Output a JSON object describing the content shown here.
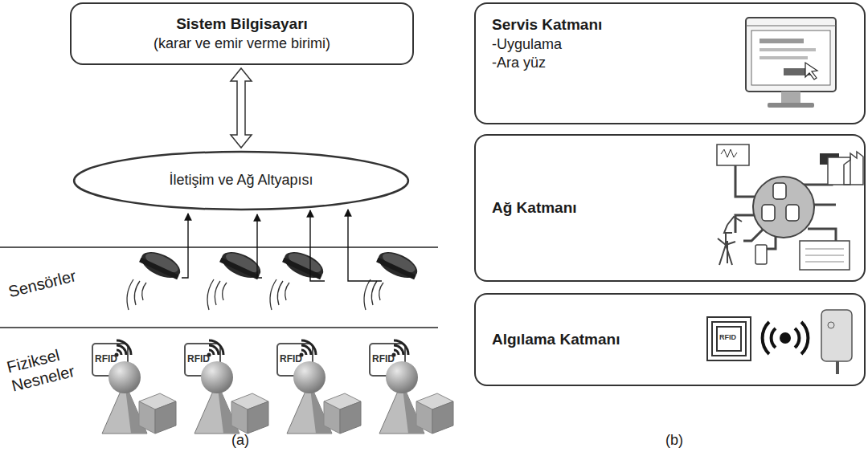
{
  "diagram": {
    "nodes": [
      {
        "text": [
          "Sistem Bilgisayarı",
          "(karar ve emir verme birimi)"
        ]
      },
      {
        "text": [
          "İletişim ve Ağ Altyapısı"
        ]
      },
      {
        "text": [
          "Servis Katmanı",
          "-Uygulama",
          "-Ara yüz"
        ]
      },
      {
        "text": [
          "Ağ Katmanı"
        ]
      },
      {
        "text": [
          "Algılama Katmanı"
        ]
      }
    ],
    "edges": [
      {
        "from": 0,
        "to": 1,
        "arrow": "both"
      }
    ],
    "labels": [
      "Sensörler",
      "Fiziksel Nesneler",
      "RFID",
      "RFID",
      "RFID",
      "RFID",
      "RFID",
      "(a)",
      "(b)"
    ]
  }
}
